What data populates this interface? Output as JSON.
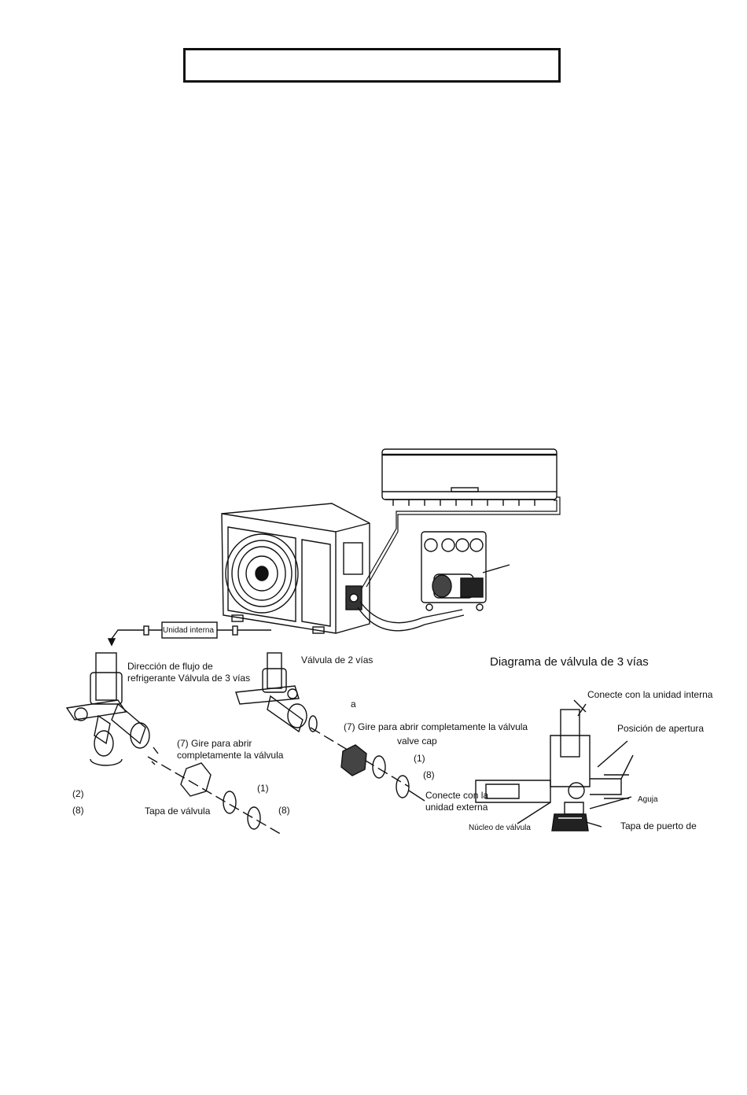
{
  "header": {
    "title": ""
  },
  "diagram": {
    "indoor_box_label": "Unidad interna",
    "flow_label_line1": "Dirección de flujo de",
    "flow_label_line2": "refrigerante Válvula de 3 vías",
    "two_way_valve_label": "Válvula de 2 vías",
    "letter_a": "a",
    "left_step_open_line1": "(7) Gire para abrir",
    "left_step_open_line2": "completamente la válvula",
    "left_step_2": "(2)",
    "left_step_8": "(8)",
    "left_cap_label": "Tapa de válvula",
    "left_step_1": "(1)",
    "left_step_8b": "(8)",
    "right_step_open": "(7) Gire para abrir completamente la válvula",
    "valve_cap_label": "valve cap",
    "right_step_1": "(1)",
    "right_step_8": "(8)",
    "connect_outdoor_line1": "Conecte con la",
    "connect_outdoor_line2": "unidad externa",
    "three_way_title": "Diagrama de válvula de 3 vías",
    "connect_indoor": "Conecte con la unidad interna",
    "open_position": "Posición de apertura",
    "needle": "Aguja",
    "valve_core": "Núcleo de válvula",
    "port_cap": "Tapa de puerto de"
  }
}
